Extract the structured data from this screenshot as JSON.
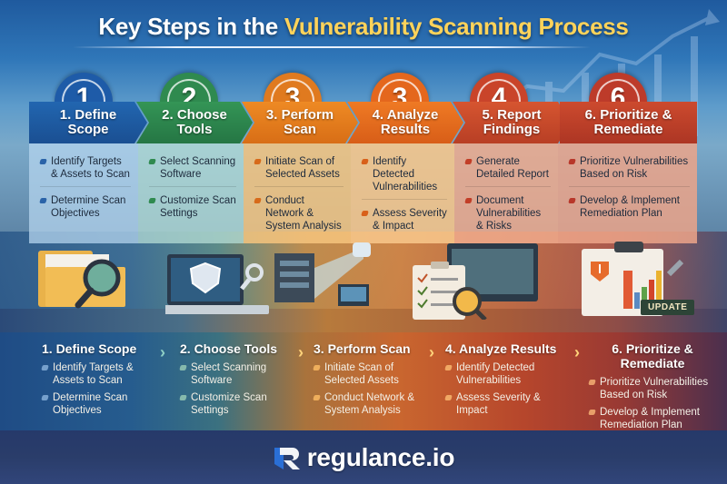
{
  "title": {
    "prefix": "Key Steps in the",
    "highlight": "Vulnerability Scanning Process"
  },
  "colors": {
    "blue": "#1e5ba8",
    "green": "#2f8a4f",
    "orange": "#e07a1f",
    "orange2": "#e4671d",
    "red": "#c9442a",
    "red2": "#bd3b2a",
    "title_yellow": "#ffd35a"
  },
  "steps": [
    {
      "badge": "1",
      "header": [
        "1. Define",
        "Scope"
      ],
      "items": [
        "Identify Targets & Assets to Scan",
        "Determine Scan Objectives"
      ],
      "illustration": "folder-magnifier-icon"
    },
    {
      "badge": "2",
      "header": [
        "2. Choose",
        "Tools"
      ],
      "items": [
        "Select Scanning Software",
        "Customize Scan Settings"
      ],
      "illustration": "laptop-shield-wrench-icon"
    },
    {
      "badge": "3",
      "header": [
        "3. Perform",
        "Scan"
      ],
      "items": [
        "Initiate Scan of Selected Assets",
        "Conduct Network & System Analysis"
      ],
      "illustration": "server-scanner-beam-icon"
    },
    {
      "badge": "3",
      "header": [
        "4. Analyze",
        "Results"
      ],
      "items": [
        "Identify Detected Vulnerabilities",
        "Assess Severity & Impact"
      ],
      "illustration": "checklist-magnifier-icon"
    },
    {
      "badge": "4",
      "header": [
        "5. Report",
        "Findings"
      ],
      "items": [
        "Generate Detailed Report",
        "Document Vulnerabilities & Risks"
      ],
      "illustration": "monitor-report-icon"
    },
    {
      "badge": "6",
      "header": [
        "6. Prioritize &",
        "Remediate"
      ],
      "items": [
        "Prioritize Vulnerabilities Based on Risk",
        "Develop & Implement Remediation Plan"
      ],
      "illustration": "clipboard-warning-chart-icon",
      "tag": "UPDATE"
    }
  ],
  "summary": [
    {
      "title": "1. Define Scope",
      "items": [
        "Identify Targets & Assets to Scan",
        "Determine Scan Objectives"
      ]
    },
    {
      "title": "2. Choose Tools",
      "items": [
        "Select Scanning Software",
        "Customize Scan Settings"
      ]
    },
    {
      "title": "3. Perform Scan",
      "items": [
        "Initiate Scan of Selected Assets",
        "Conduct Network & System Analysis"
      ]
    },
    {
      "title": "4. Analyze Results",
      "items": [
        "Identify Detected Vulnerabilities",
        "Assess Severity & Impact"
      ]
    },
    {
      "title": "6. Prioritize & Remediate",
      "items": [
        "Prioritize Vulnerabilities Based on Risk",
        "Develop & Implement Remediation Plan"
      ]
    }
  ],
  "summary_separator": "›",
  "footer": {
    "brand": "regulance.io"
  }
}
